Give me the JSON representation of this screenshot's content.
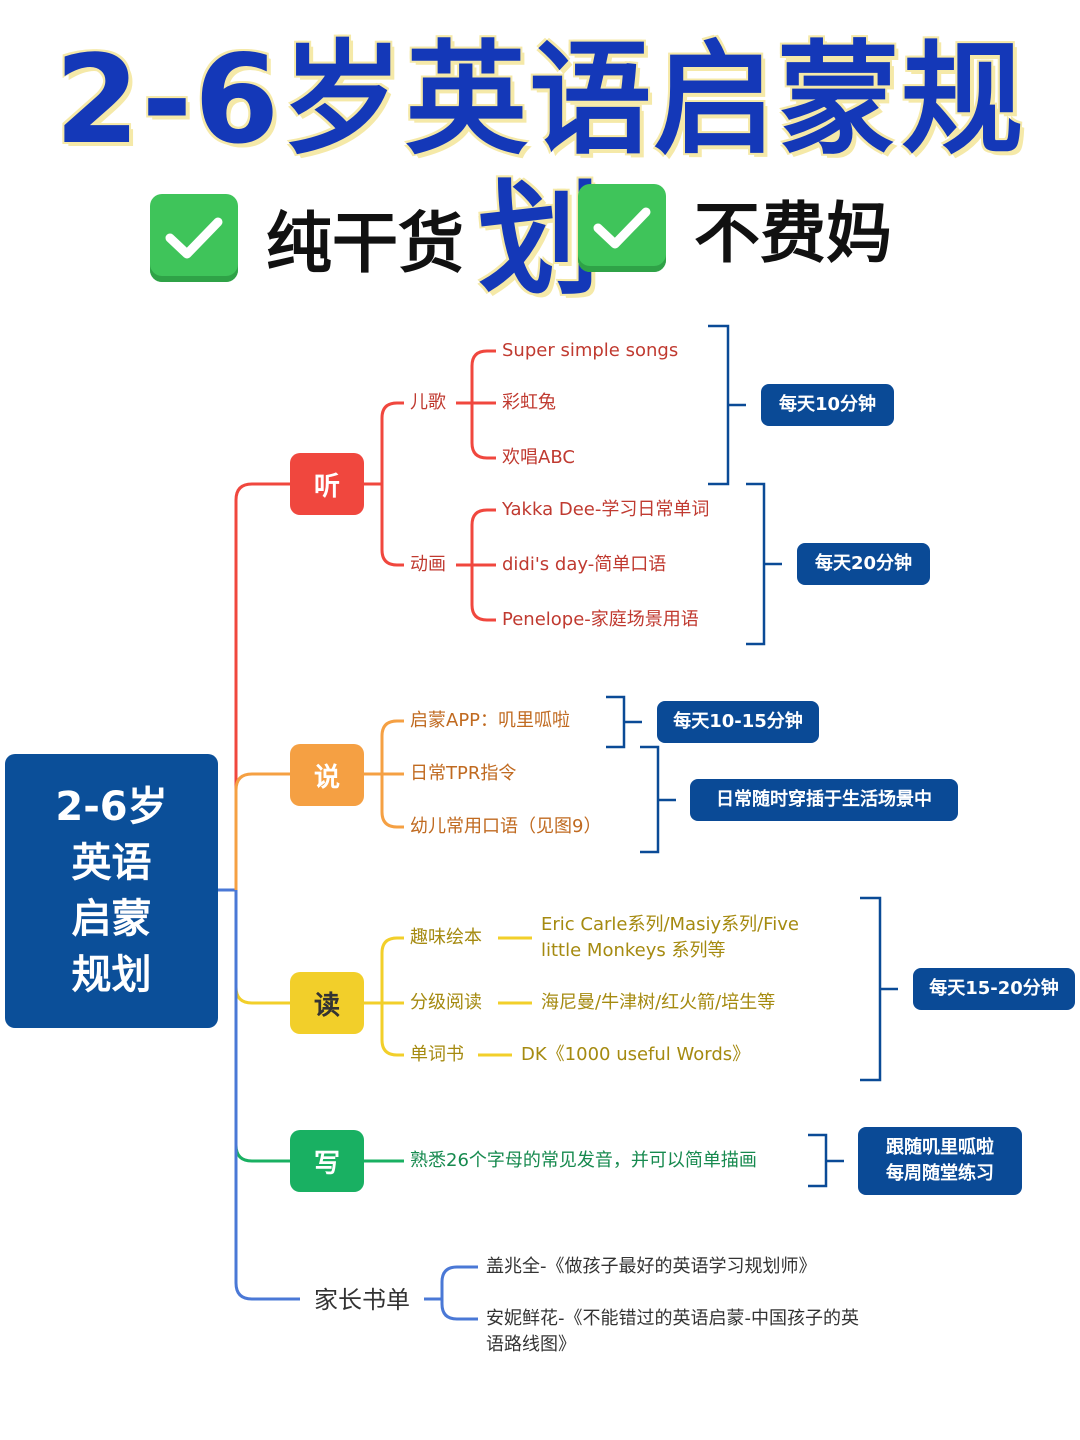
{
  "title": "2-6岁英语启蒙规划",
  "badges": [
    {
      "label": "纯干货",
      "icon": "check-icon"
    },
    {
      "label": "不费妈",
      "icon": "check-icon"
    }
  ],
  "root": {
    "lines": [
      "2-6岁",
      "英语",
      "启蒙",
      "规划"
    ]
  },
  "colors": {
    "listen": "#f0473e",
    "speak": "#f5a043",
    "read": "#f2cf2a",
    "write": "#19b062",
    "books": "#4a78d6",
    "tag": "#0a4a96",
    "title": "#1438b8"
  },
  "listen": {
    "label": "听",
    "songs": {
      "label": "儿歌",
      "items": [
        "Super simple songs",
        "彩虹兔",
        "欢唱ABC"
      ],
      "tag": "每天10分钟"
    },
    "cartoons": {
      "label": "动画",
      "items": [
        "Yakka Dee-学习日常单词",
        "didi's day-简单口语",
        "Penelope-家庭场景用语"
      ],
      "tag": "每天20分钟"
    }
  },
  "speak": {
    "label": "说",
    "items": [
      "启蒙APP：叽里呱啦",
      "日常TPR指令",
      "幼儿常用口语（见图9）"
    ],
    "tag_app": "每天10-15分钟",
    "tag_daily": "日常随时穿插于生活场景中"
  },
  "read": {
    "label": "读",
    "items": [
      {
        "label": "趣味绘本",
        "detail_line1": "Eric Carle系列/Masiy系列/Five",
        "detail_line2": "little Monkeys 系列等"
      },
      {
        "label": "分级阅读",
        "detail_line1": "海尼曼/牛津树/红火箭/培生等"
      },
      {
        "label": "单词书",
        "detail_line1": "DK《1000 useful Words》"
      }
    ],
    "tag": "每天15-20分钟"
  },
  "write": {
    "label": "写",
    "item": "熟悉26个字母的常见发音，并可以简单描画",
    "tag_line1": "跟随叽里呱啦",
    "tag_line2": "每周随堂练习"
  },
  "books": {
    "label": "家长书单",
    "items": [
      {
        "line1": "盖兆全-《做孩子最好的英语学习规划师》"
      },
      {
        "line1": "安妮鲜花-《不能错过的英语启蒙-中国孩子的英",
        "line2": "语路线图》"
      }
    ]
  }
}
